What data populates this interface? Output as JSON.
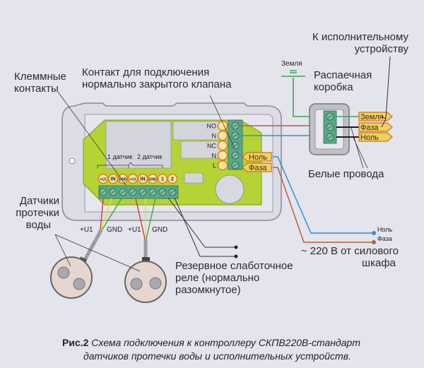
{
  "labels": {
    "terminal_contacts": [
      "Клеммные",
      "контакты"
    ],
    "valve_contact": [
      "Контакт для подключения",
      "нормально закрытого клапана"
    ],
    "to_actuator": [
      "К исполнительному",
      "устройству"
    ],
    "ground_symbol": "Земля",
    "junction_box": [
      "Распаечная",
      "коробка"
    ],
    "white_wires": "Белые провода",
    "leak_sensors": [
      "Датчики",
      "протечки",
      "воды"
    ],
    "spare_relay": [
      "Резервное слаботочное",
      "реле (нормально",
      "разомкнутое)"
    ],
    "power_source": [
      "~ 220 В от силового",
      "шкафа"
    ],
    "source_null": "Ноль",
    "source_phase": "Фаза"
  },
  "controller": {
    "sensor_group_1": "1 датчик",
    "sensor_group_2": "2 датчик",
    "bottom_pins": [
      "+U1",
      "IN",
      "GND",
      "+U1",
      "IN",
      "GND",
      "1",
      "2"
    ],
    "right_pins": [
      "NO",
      "N",
      "NC",
      "N",
      "L"
    ],
    "input_null": "Ноль",
    "input_phase": "Фаза"
  },
  "junction": {
    "outputs": [
      "Земля",
      "Фаза",
      "Ноль"
    ]
  },
  "sensor_wires": {
    "sensor1": [
      "+U1",
      "GND"
    ],
    "sensor2": [
      "+U1",
      "GND"
    ]
  },
  "caption": {
    "figure": "Рис.2",
    "line1": "Схема подключения к контроллеру СКПВ220В-стандарт",
    "line2": "датчиков протечки воды и исполнительных устройств."
  },
  "colors": {
    "board": "#b4d334",
    "terminal": "#5aa88a",
    "pin": "#f2e6a8",
    "pin_ring": "#e07a1c",
    "wire_phase": "#b5603a",
    "wire_null": "#2f8fd8",
    "wire_ground": "#3aa55a",
    "wire_red": "#d03a2a",
    "wire_yellow": "#e8e040",
    "wire_green": "#3aaa3a"
  }
}
